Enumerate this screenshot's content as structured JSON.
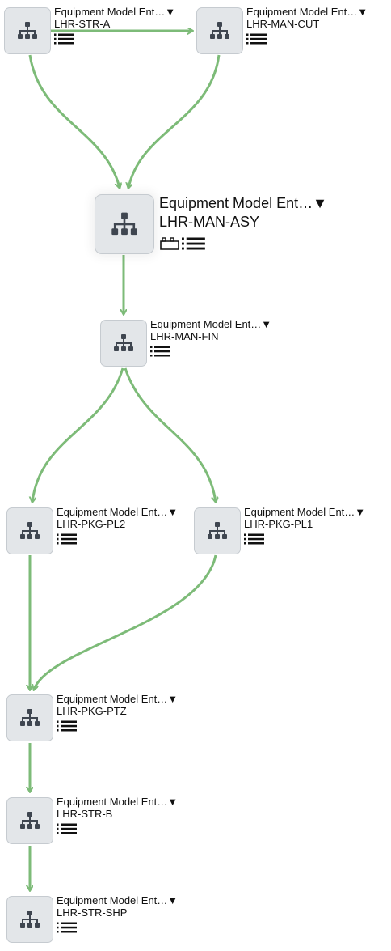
{
  "colors": {
    "edge": "#7dbb78",
    "node_fill": "#e3e6e9",
    "node_border": "#c6cbd0",
    "icon": "#3f4650"
  },
  "nodes": [
    {
      "id": "str_a",
      "type_label": "Equipment Model Ent…▼",
      "code": "LHR-STR-A",
      "icon": "hierarchy-icon",
      "actions": [
        "list-icon"
      ]
    },
    {
      "id": "man_cut",
      "type_label": "Equipment Model Ent…▼",
      "code": "LHR-MAN-CUT",
      "icon": "hierarchy-icon",
      "actions": [
        "list-icon"
      ]
    },
    {
      "id": "man_asy",
      "type_label": "Equipment Model Ent…▼",
      "code": "LHR-MAN-ASY",
      "icon": "hierarchy-icon",
      "actions": [
        "bracket-icon",
        "list-icon"
      ],
      "selected": true
    },
    {
      "id": "man_fin",
      "type_label": "Equipment Model Ent…▼",
      "code": "LHR-MAN-FIN",
      "icon": "hierarchy-icon",
      "actions": [
        "list-icon"
      ]
    },
    {
      "id": "pkg_pl2",
      "type_label": "Equipment Model Ent…▼",
      "code": "LHR-PKG-PL2",
      "icon": "hierarchy-icon",
      "actions": [
        "list-icon"
      ]
    },
    {
      "id": "pkg_pl1",
      "type_label": "Equipment Model Ent…▼",
      "code": "LHR-PKG-PL1",
      "icon": "hierarchy-icon",
      "actions": [
        "list-icon"
      ]
    },
    {
      "id": "pkg_ptz",
      "type_label": "Equipment Model Ent…▼",
      "code": "LHR-PKG-PTZ",
      "icon": "hierarchy-icon",
      "actions": [
        "list-icon"
      ]
    },
    {
      "id": "str_b",
      "type_label": "Equipment Model Ent…▼",
      "code": "LHR-STR-B",
      "icon": "hierarchy-icon",
      "actions": [
        "list-icon"
      ]
    },
    {
      "id": "str_shp",
      "type_label": "Equipment Model Ent…▼",
      "code": "LHR-STR-SHP",
      "icon": "hierarchy-icon",
      "actions": [
        "list-icon"
      ]
    }
  ],
  "edges": [
    {
      "from": "str_a",
      "to": "man_cut"
    },
    {
      "from": "str_a",
      "to": "man_asy"
    },
    {
      "from": "man_cut",
      "to": "man_asy"
    },
    {
      "from": "man_asy",
      "to": "man_fin"
    },
    {
      "from": "man_fin",
      "to": "pkg_pl2"
    },
    {
      "from": "man_fin",
      "to": "pkg_pl1"
    },
    {
      "from": "pkg_pl2",
      "to": "pkg_ptz"
    },
    {
      "from": "pkg_pl1",
      "to": "pkg_ptz"
    },
    {
      "from": "pkg_ptz",
      "to": "str_b"
    },
    {
      "from": "str_b",
      "to": "str_shp"
    }
  ]
}
